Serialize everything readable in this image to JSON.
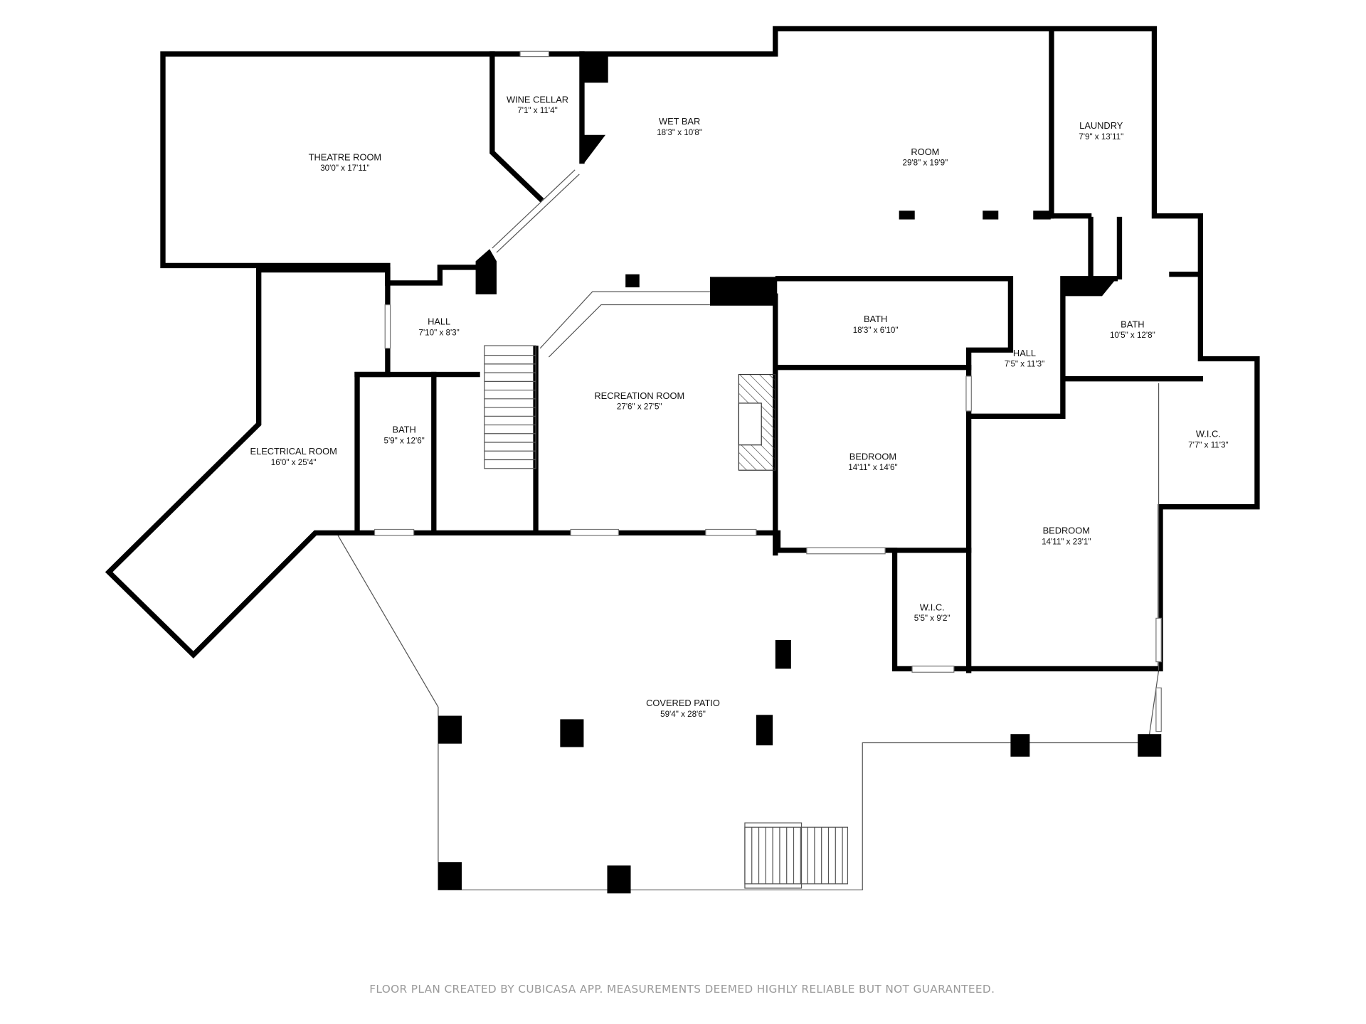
{
  "rooms": [
    {
      "name": "THEATRE ROOM",
      "dims": "30'0\" x 17'11\""
    },
    {
      "name": "WINE CELLAR",
      "dims": "7'1\" x 11'4\""
    },
    {
      "name": "WET BAR",
      "dims": "18'3\" x 10'8\""
    },
    {
      "name": "ROOM",
      "dims": "29'8\" x 19'9\""
    },
    {
      "name": "LAUNDRY",
      "dims": "7'9\" x 13'11\""
    },
    {
      "name": "HALL",
      "dims": "7'10\" x 8'3\""
    },
    {
      "name": "BATH",
      "dims": "18'3\" x 6'10\""
    },
    {
      "name": "HALL",
      "dims": "7'5\" x 11'3\""
    },
    {
      "name": "BATH",
      "dims": "10'5\" x 12'8\""
    },
    {
      "name": "RECREATION ROOM",
      "dims": "27'6\" x 27'5\""
    },
    {
      "name": "BATH",
      "dims": "5'9\" x 12'6\""
    },
    {
      "name": "ELECTRICAL ROOM",
      "dims": "16'0\" x 25'4\""
    },
    {
      "name": "BEDROOM",
      "dims": "14'11\" x 14'6\""
    },
    {
      "name": "W.I.C.",
      "dims": "7'7\" x 11'3\""
    },
    {
      "name": "BEDROOM",
      "dims": "14'11\" x 23'1\""
    },
    {
      "name": "W.I.C.",
      "dims": "5'5\" x 9'2\""
    },
    {
      "name": "COVERED PATIO",
      "dims": "59'4\" x 28'6\""
    }
  ],
  "footer": "FLOOR PLAN CREATED BY CUBICASA APP. MEASUREMENTS DEEMED HIGHLY RELIABLE BUT NOT GUARANTEED."
}
